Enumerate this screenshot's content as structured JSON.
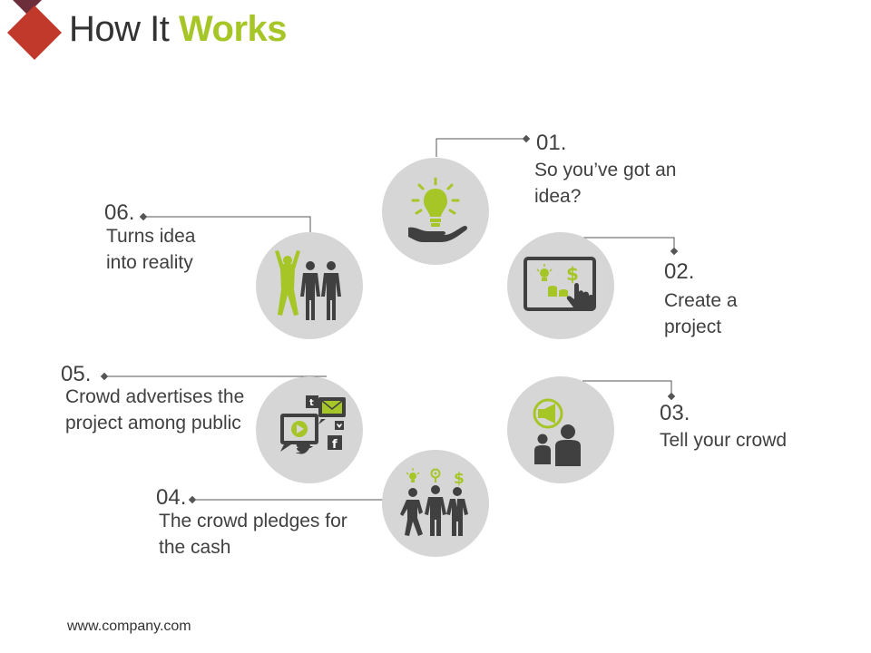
{
  "title": {
    "lead": "How It Works",
    "accent": ""
  },
  "colors": {
    "accent": "#a6c628",
    "dark": "#333333",
    "circle": "#d6d6d6",
    "logo_red": "#c0392b",
    "logo_dark": "#6b2e3a",
    "connector": "#555555"
  },
  "steps": [
    {
      "number": "01.",
      "text": "So you’ve got an idea?",
      "icon": "lightbulb-in-hand-icon"
    },
    {
      "number": "02.",
      "text": "Create a project",
      "icon": "tablet-touch-icon"
    },
    {
      "number": "03.",
      "text": "Tell your crowd",
      "icon": "megaphone-crowd-icon"
    },
    {
      "number": "04.",
      "text": "The crowd pledges for the  cash",
      "icon": "people-ideas-money-icon"
    },
    {
      "number": "05.",
      "text": "Crowd advertises the project among public",
      "icon": "social-media-icon"
    },
    {
      "number": "06.",
      "text": "Turns idea into reality",
      "icon": "celebrating-people-icon"
    }
  ],
  "footer": "www.company.com"
}
